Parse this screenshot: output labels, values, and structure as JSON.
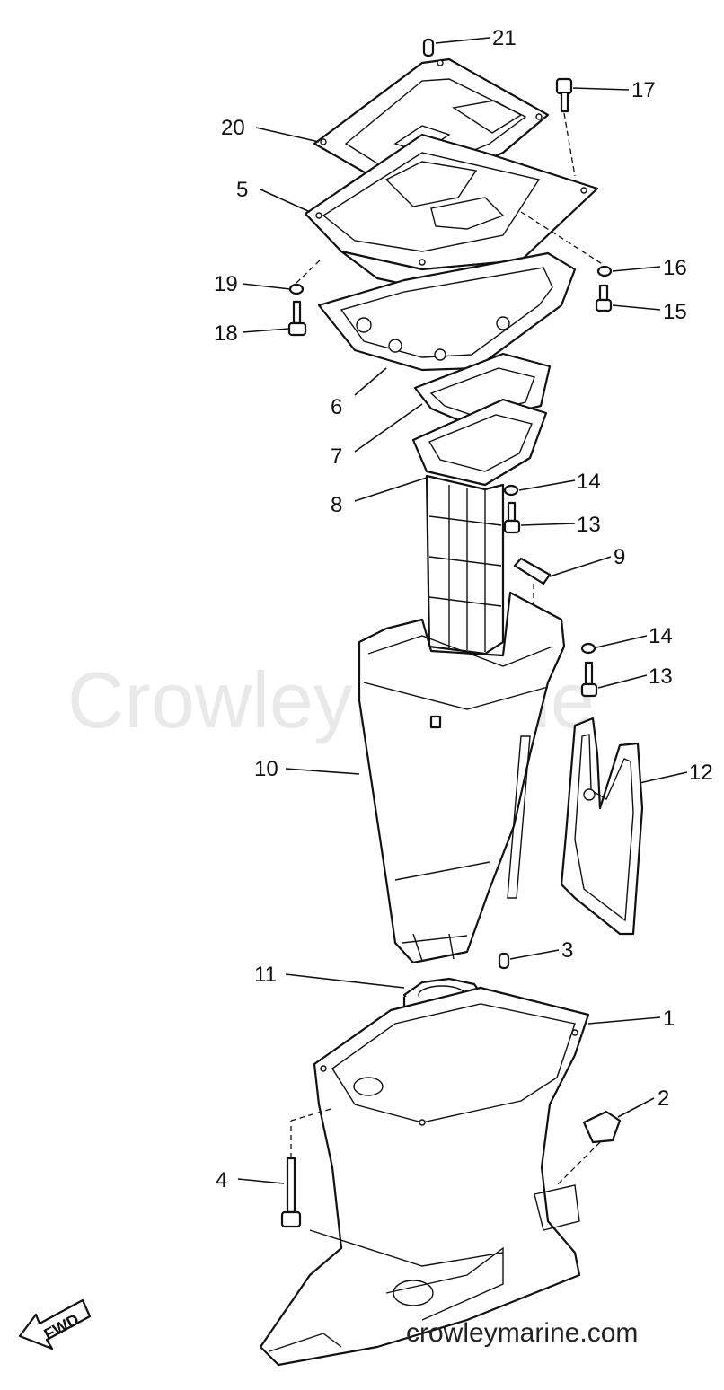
{
  "watermark": "CrowleyMarine",
  "site_url": "crowleymarine.com",
  "direction_label": "FWD",
  "callouts": [
    "21",
    "17",
    "20",
    "5",
    "16",
    "15",
    "19",
    "18",
    "6",
    "7",
    "8",
    "14",
    "13",
    "9",
    "14",
    "13",
    "10",
    "12",
    "3",
    "11",
    "1",
    "2",
    "4"
  ],
  "colors": {
    "ink": "#111111",
    "paper": "#ffffff",
    "watermark": "#d8d8d8"
  }
}
